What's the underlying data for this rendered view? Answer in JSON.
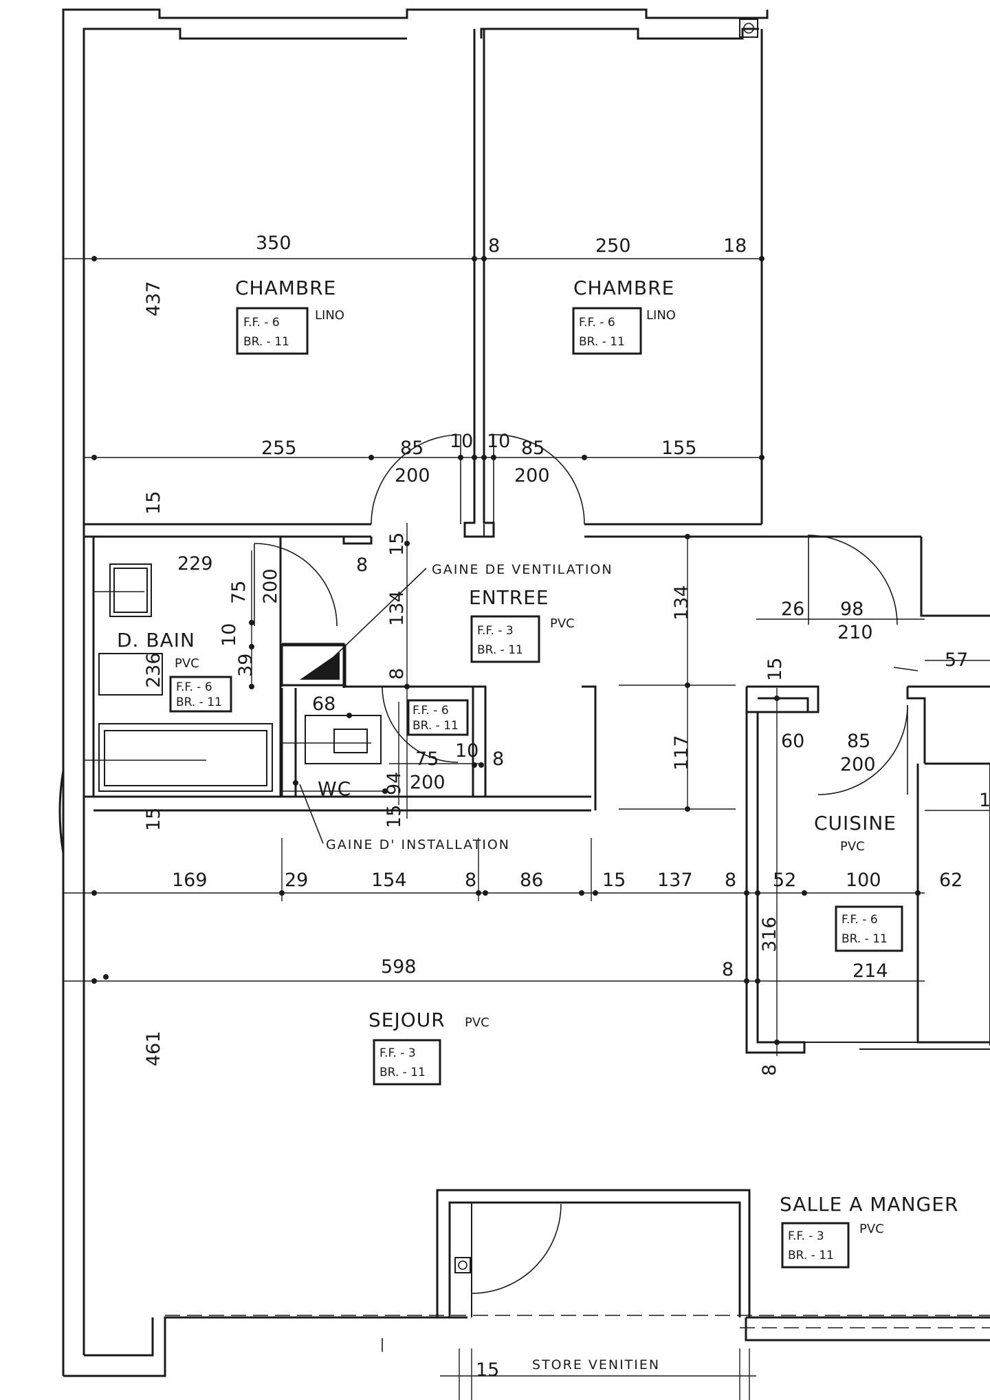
{
  "rooms": {
    "chambre1": {
      "name": "CHAMBRE",
      "floor": "LINO",
      "tag1": "F.F. - 6",
      "tag2": "BR. - 11"
    },
    "chambre2": {
      "name": "CHAMBRE",
      "floor": "LINO",
      "tag1": "F.F. - 6",
      "tag2": "BR. - 11"
    },
    "entree": {
      "name": "ENTREE",
      "floor": "PVC",
      "tag1": "F.F. - 3",
      "tag2": "BR. - 11"
    },
    "bain": {
      "name": "D. BAIN",
      "floor": "PVC",
      "tag1": "F.F. - 6",
      "tag2": "BR. - 11"
    },
    "wc": {
      "name": "WC",
      "tag1": "F.F. - 6",
      "tag2": "BR. - 11"
    },
    "cuisine": {
      "name": "CUISINE",
      "floor": "PVC",
      "tag1": "F.F. - 6",
      "tag2": "BR. - 11"
    },
    "sejour": {
      "name": "SEJOUR",
      "floor": "PVC",
      "tag1": "F.F. - 3",
      "tag2": "BR. - 11"
    },
    "salle": {
      "name": "SALLE A MANGER",
      "floor": "PVC",
      "tag1": "F.F. - 3",
      "tag2": "BR. - 11"
    }
  },
  "notes": {
    "ventilation": "GAINE DE VENTILATION",
    "installation": "GAINE D' INSTALLATION",
    "store": "STORE VENITIEN"
  },
  "dimensions": {
    "top_row": [
      "350",
      "8",
      "250",
      "18"
    ],
    "door_row": [
      "255",
      "85",
      "10",
      "10",
      "85",
      "155"
    ],
    "door_heights": [
      "200",
      "200"
    ],
    "left_vertical": [
      "437",
      "15",
      "15",
      "461"
    ],
    "bath": [
      "229",
      "8",
      "75",
      "200",
      "10",
      "39",
      "236"
    ],
    "entree_vertical": [
      "15",
      "134",
      "8",
      "134",
      "117"
    ],
    "wc": [
      "68",
      "75",
      "10",
      "8",
      "200",
      "94",
      "15"
    ],
    "cuisine_door": [
      "26",
      "98",
      "210",
      "57",
      "15",
      "60",
      "85",
      "200"
    ],
    "main_row": [
      "169",
      "29",
      "154",
      "8",
      "86",
      "15",
      "137",
      "8",
      "52",
      "100",
      "62"
    ],
    "sejour_row": [
      "598",
      "8",
      "214"
    ],
    "cuisine_vertical": [
      "316",
      "8"
    ],
    "bottom": [
      "15"
    ],
    "edge": [
      "1"
    ]
  }
}
